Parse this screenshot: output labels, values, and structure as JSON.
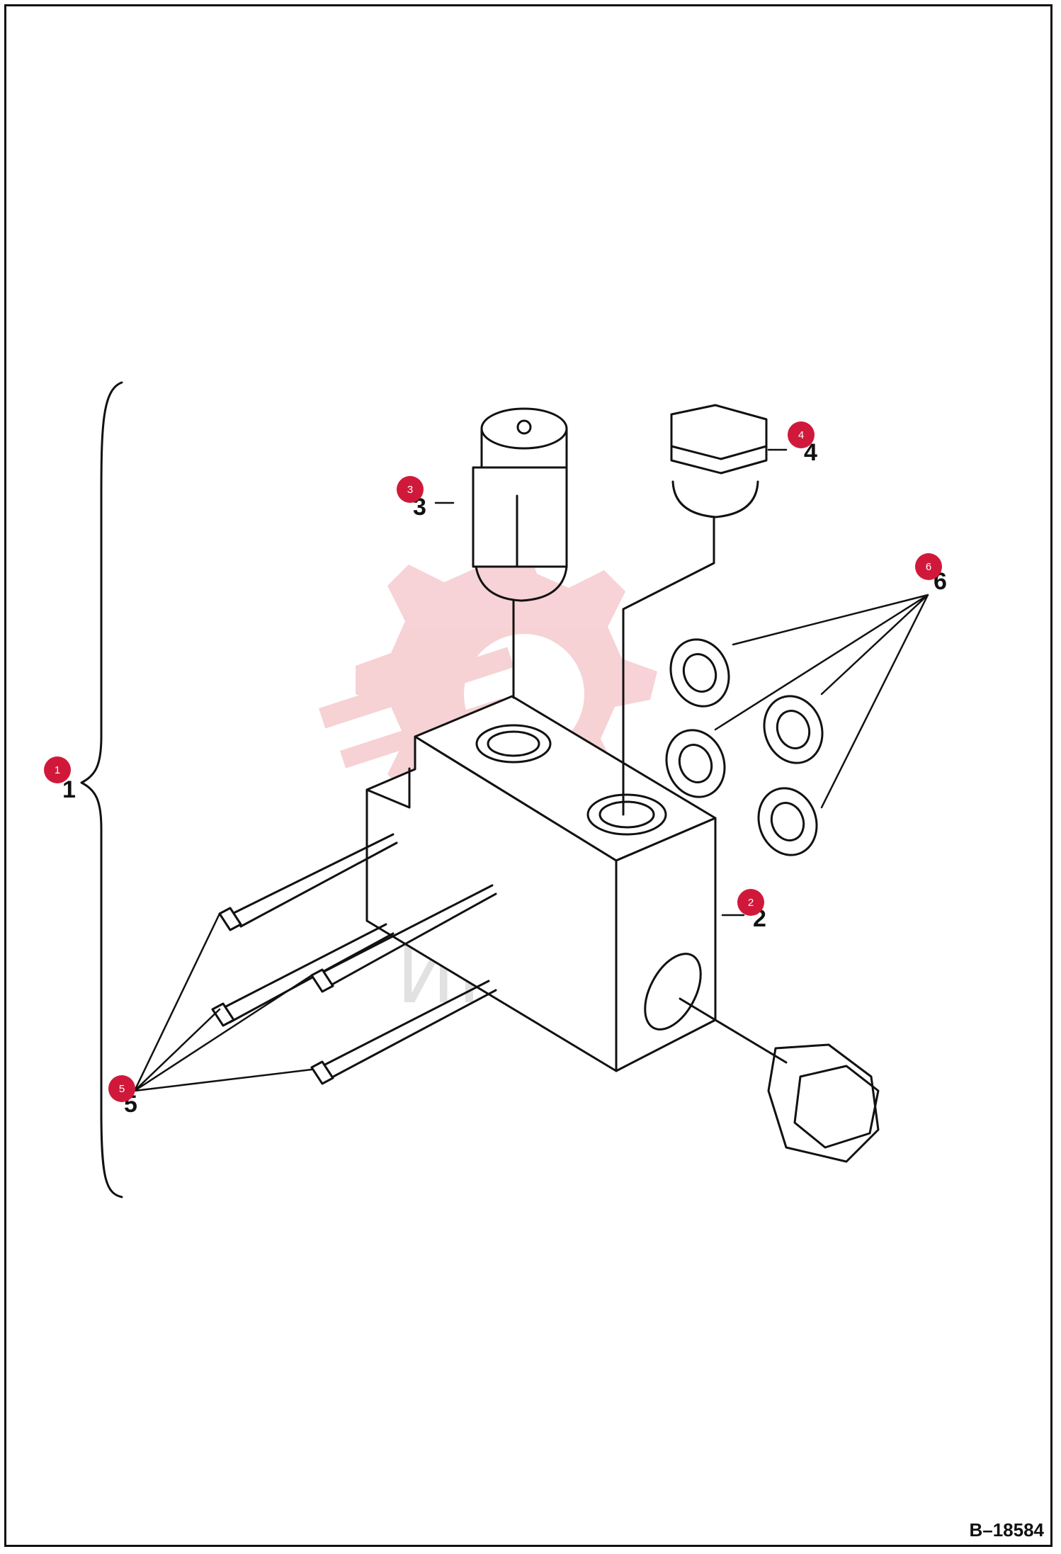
{
  "watermark": {
    "text": "ИНТЕХ",
    "color": "#e23a4a"
  },
  "drawing_id": "B–18584",
  "callouts": [
    {
      "badge": "1",
      "label": "1"
    },
    {
      "badge": "2",
      "label": "2"
    },
    {
      "badge": "3",
      "label": "3"
    },
    {
      "badge": "4",
      "label": "4"
    },
    {
      "badge": "5",
      "label": "5"
    },
    {
      "badge": "6",
      "label": "6"
    }
  ],
  "colors": {
    "line": "#111111",
    "badge": "#d0193a",
    "watermark_gear": "#f4c3c8"
  }
}
